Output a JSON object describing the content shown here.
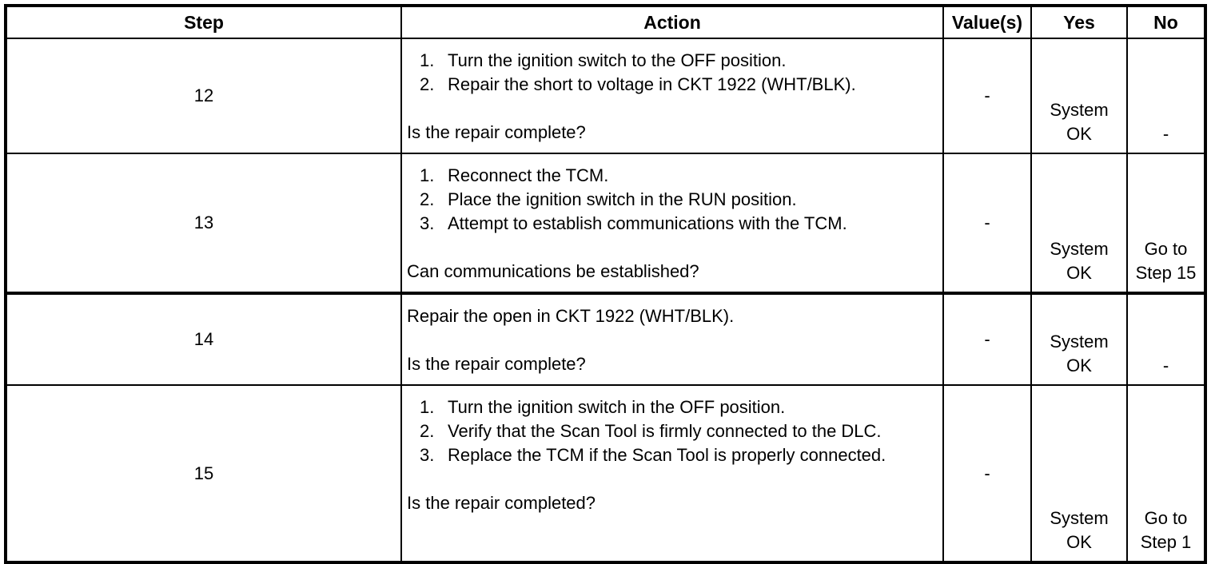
{
  "table": {
    "headers": {
      "step": "Step",
      "action": "Action",
      "value": "Value(s)",
      "yes": "Yes",
      "no": "No"
    },
    "rows": [
      {
        "step": "12",
        "actions": [
          "Turn the ignition switch to the OFF position.",
          "Repair the short to voltage in CKT 1922 (WHT/BLK)."
        ],
        "question": "Is the repair complete?",
        "value": "-",
        "yes_line1": "System",
        "yes_line2": "OK",
        "no_line1": "-",
        "no_line2": ""
      },
      {
        "step": "13",
        "actions": [
          "Reconnect the TCM.",
          "Place the ignition switch in the RUN position.",
          "Attempt to establish communications with the TCM."
        ],
        "question": "Can communications be established?",
        "value": "-",
        "yes_line1": "System",
        "yes_line2": "OK",
        "no_line1": "Go to",
        "no_line2": "Step 15"
      },
      {
        "step": "14",
        "actions": [],
        "lead_line": "Repair the open in CKT 1922 (WHT/BLK).",
        "question": "Is the repair complete?",
        "value": "-",
        "yes_line1": "System",
        "yes_line2": "OK",
        "no_line1": "-",
        "no_line2": ""
      },
      {
        "step": "15",
        "actions": [
          "Turn the ignition switch in the OFF position.",
          "Verify that the Scan Tool is firmly connected to the DLC.",
          "Replace the TCM if the Scan Tool is properly connected."
        ],
        "question": "Is the repair completed?",
        "value": "-",
        "yes_line1": "System",
        "yes_line2": "OK",
        "no_line1": "Go to",
        "no_line2": "Step 1"
      }
    ],
    "markers": [
      "1.",
      "2.",
      "3."
    ]
  },
  "colors": {
    "border": "#000000",
    "text": "#000000",
    "background": "#ffffff"
  }
}
